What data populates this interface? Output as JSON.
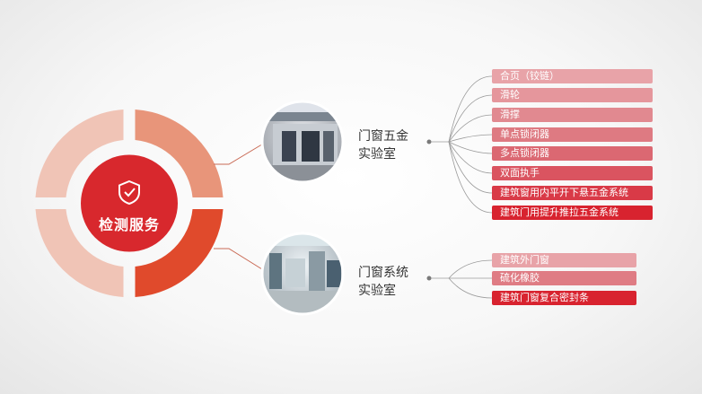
{
  "center": {
    "label": "检测服务"
  },
  "labs": [
    {
      "title": "门窗五金\n实验室",
      "items": [
        "合页（铰链）",
        "滑轮",
        "滑撑",
        "单点锁闭器",
        "多点锁闭器",
        "双面执手",
        "建筑窗用内平开下悬五金系统",
        "建筑门用提升推拉五金系统"
      ]
    },
    {
      "title": "门窗系统\n实验室",
      "items": [
        "建筑外门窗",
        "硫化橡胶",
        "建筑门窗复合密封条"
      ]
    }
  ],
  "colors": {
    "ring_light": "#f0c4b6",
    "ring_mid": "#e8957a",
    "ring_dark": "#e04a2c",
    "core": "#d8282d",
    "tag_light": "#e8a3a8",
    "tag_dark": "#d8232f",
    "connector": "#c96a55"
  }
}
